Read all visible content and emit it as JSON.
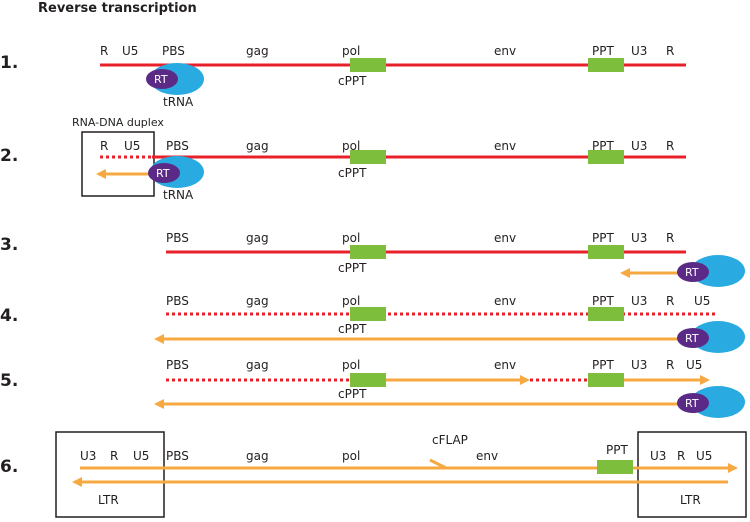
{
  "title": "Reverse transcription",
  "colors": {
    "rna": "#e8202a",
    "dna": "#f7a941",
    "element": "#7dbf3c",
    "trna": "#29aae1",
    "rt": "#5b2a86"
  },
  "labels": {
    "R": "R",
    "U5": "U5",
    "PBS": "PBS",
    "gag": "gag",
    "pol": "pol",
    "env": "env",
    "PPT": "PPT",
    "U3": "U3",
    "cPPT": "cPPT",
    "tRNA": "tRNA",
    "RT": "RT",
    "duplex": "RNA-DNA duplex",
    "cFLAP": "cFLAP",
    "LTR": "LTR"
  },
  "steps": [
    {
      "number": "1."
    },
    {
      "number": "2."
    },
    {
      "number": "3."
    },
    {
      "number": "4."
    },
    {
      "number": "5."
    },
    {
      "number": "6."
    }
  ]
}
